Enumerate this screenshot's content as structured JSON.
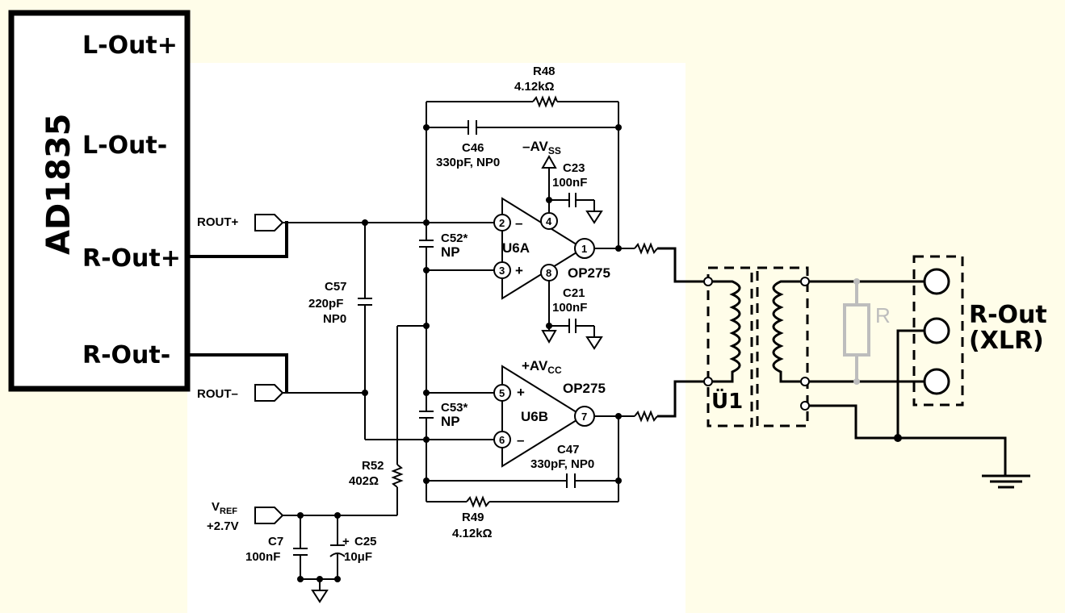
{
  "chip": {
    "name": "AD1835",
    "pins": [
      "L-Out+",
      "L-Out-",
      "R-Out+",
      "R-Out-"
    ]
  },
  "ports": {
    "rout_plus": "ROUT+",
    "rout_minus": "ROUT–",
    "vref": "V",
    "vref_sub": "REF",
    "vref_value": "+2.7V"
  },
  "opamps": {
    "u6a": {
      "name": "U6A",
      "part": "OP275",
      "pins": [
        "2",
        "3",
        "4",
        "8",
        "1"
      ]
    },
    "u6b": {
      "name": "U6B",
      "part": "OP275",
      "pins": [
        "5",
        "6",
        "7"
      ]
    }
  },
  "components": {
    "r48": {
      "name": "R48",
      "value": "4.12kΩ"
    },
    "r49": {
      "name": "R49",
      "value": "4.12kΩ"
    },
    "r52": {
      "name": "R52",
      "value": "402Ω"
    },
    "c46": {
      "name": "C46",
      "value": "330pF, NP0"
    },
    "c47": {
      "name": "C47",
      "value": "330pF, NP0"
    },
    "c23": {
      "name": "C23",
      "value": "100nF"
    },
    "c21": {
      "name": "C21",
      "value": "100nF"
    },
    "c52": {
      "name": "C52*",
      "value": "NP"
    },
    "c53": {
      "name": "C53*",
      "value": "NP"
    },
    "c57": {
      "name": "C57",
      "value": "220pF",
      "value2": "NP0"
    },
    "c7": {
      "name": "C7",
      "value": "100nF"
    },
    "c25": {
      "name": "C25",
      "value": "10μF",
      "plus": "+"
    }
  },
  "supplies": {
    "avss": "–AV",
    "avss_sub": "SS",
    "avcc": "+AV",
    "avcc_sub": "CC"
  },
  "signs": {
    "minus": "–",
    "plus": "+"
  },
  "transformer": {
    "name": "Ü1"
  },
  "resistor_r": {
    "name": "R"
  },
  "output": {
    "line1": "R-Out",
    "line2": "(XLR)"
  }
}
